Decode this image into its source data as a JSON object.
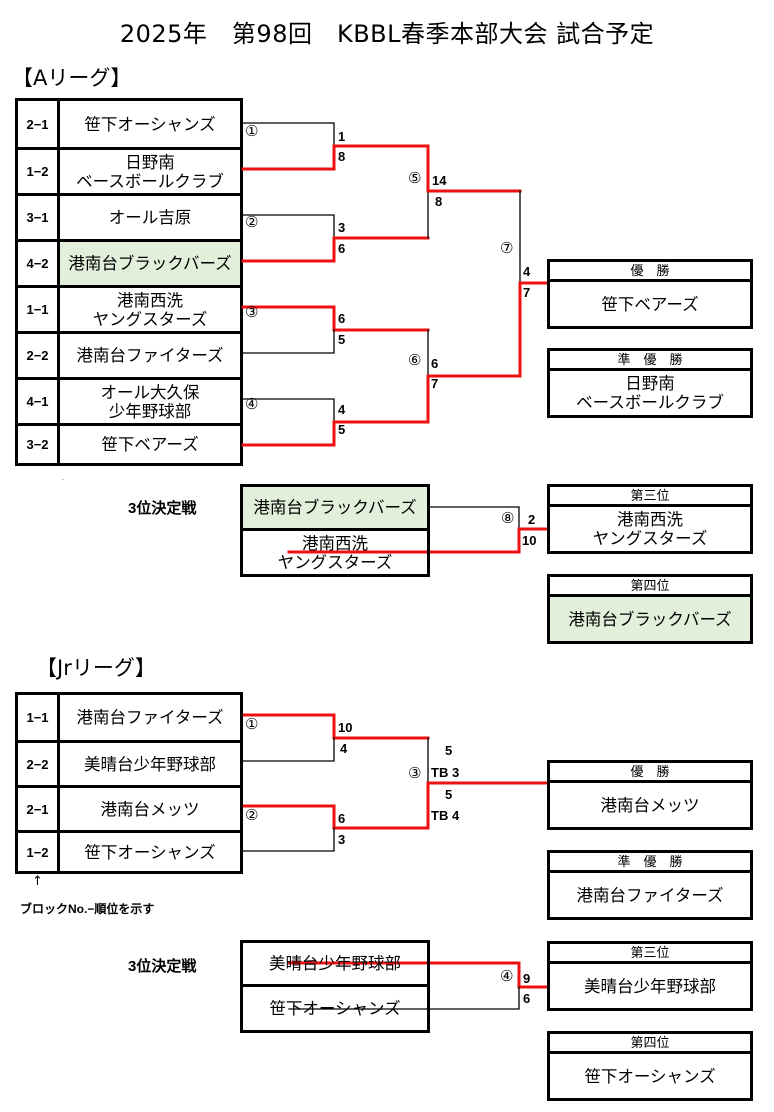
{
  "title": "2025年　第98回　KBBL春季本部大会 試合予定",
  "colors": {
    "winner_line": "#ee1111",
    "loser_line": "#000000",
    "highlight_fill": "#e2efda"
  },
  "a_league": {
    "label": "【Aリーグ】",
    "teams": [
      {
        "rank": "2−1",
        "name": "笹下オーシャンズ",
        "highlight": false
      },
      {
        "rank": "1−2",
        "name": "日野南\nベースボールクラブ",
        "highlight": false
      },
      {
        "rank": "3−1",
        "name": "オール吉原",
        "highlight": false
      },
      {
        "rank": "4−2",
        "name": "港南台ブラックバーズ",
        "highlight": true
      },
      {
        "rank": "1−1",
        "name": "港南西洗\nヤングスターズ",
        "highlight": false
      },
      {
        "rank": "2−2",
        "name": "港南台ファイターズ",
        "highlight": false
      },
      {
        "rank": "4−1",
        "name": "オール大久保\n少年野球部",
        "highlight": false
      },
      {
        "rank": "3−2",
        "name": "笹下ベアーズ",
        "highlight": false
      }
    ],
    "matches": [
      {
        "no": "①",
        "scores": [
          "1",
          "8"
        ]
      },
      {
        "no": "②",
        "scores": [
          "3",
          "6"
        ]
      },
      {
        "no": "③",
        "scores": [
          "6",
          "5"
        ]
      },
      {
        "no": "④",
        "scores": [
          "4",
          "5"
        ]
      },
      {
        "no": "⑤",
        "scores": [
          "14",
          "8"
        ]
      },
      {
        "no": "⑥",
        "scores": [
          "6",
          "7"
        ]
      },
      {
        "no": "⑦",
        "scores": [
          "4",
          "7"
        ]
      },
      {
        "no": "⑧",
        "scores": [
          "2",
          "10"
        ]
      }
    ],
    "champion": {
      "label": "優　勝",
      "team": "笹下ベアーズ"
    },
    "runner_up": {
      "label": "準　優　勝",
      "team": "日野南\nベースボールクラブ"
    },
    "third_place_match": {
      "label": "3位決定戦",
      "teams": [
        {
          "name": "港南台ブラックバーズ",
          "highlight": true
        },
        {
          "name": "港南西洗\nヤングスターズ",
          "highlight": false
        }
      ]
    },
    "third": {
      "label": "第三位",
      "team": "港南西洗\nヤングスターズ"
    },
    "fourth": {
      "label": "第四位",
      "team": "港南台ブラックバーズ"
    }
  },
  "jr_league": {
    "label": "【Jrリーグ】",
    "teams": [
      {
        "rank": "1−1",
        "name": "港南台ファイターズ"
      },
      {
        "rank": "2−2",
        "name": "美晴台少年野球部"
      },
      {
        "rank": "2−1",
        "name": "港南台メッツ"
      },
      {
        "rank": "1−2",
        "name": "笹下オーシャンズ"
      }
    ],
    "matches": [
      {
        "no": "①",
        "scores": [
          "10",
          "4"
        ]
      },
      {
        "no": "②",
        "scores": [
          "6",
          "3"
        ]
      },
      {
        "no": "③",
        "scores": [
          "5",
          "TB 3",
          "5",
          "TB 4"
        ]
      },
      {
        "no": "④",
        "scores": [
          "9",
          "6"
        ]
      }
    ],
    "champion": {
      "label": "優　勝",
      "team": "港南台メッツ"
    },
    "runner_up": {
      "label": "準　優　勝",
      "team": "港南台ファイターズ"
    },
    "third_place_match": {
      "label": "3位決定戦",
      "teams": [
        {
          "name": "美晴台少年野球部"
        },
        {
          "name": "笹下オーシャンズ"
        }
      ]
    },
    "third": {
      "label": "第三位",
      "team": "美晴台少年野球部"
    },
    "fourth": {
      "label": "第四位",
      "team": "笹下オーシャンズ"
    },
    "note_arrow": "↑",
    "note": "ブロックNo.−順位を示す"
  }
}
